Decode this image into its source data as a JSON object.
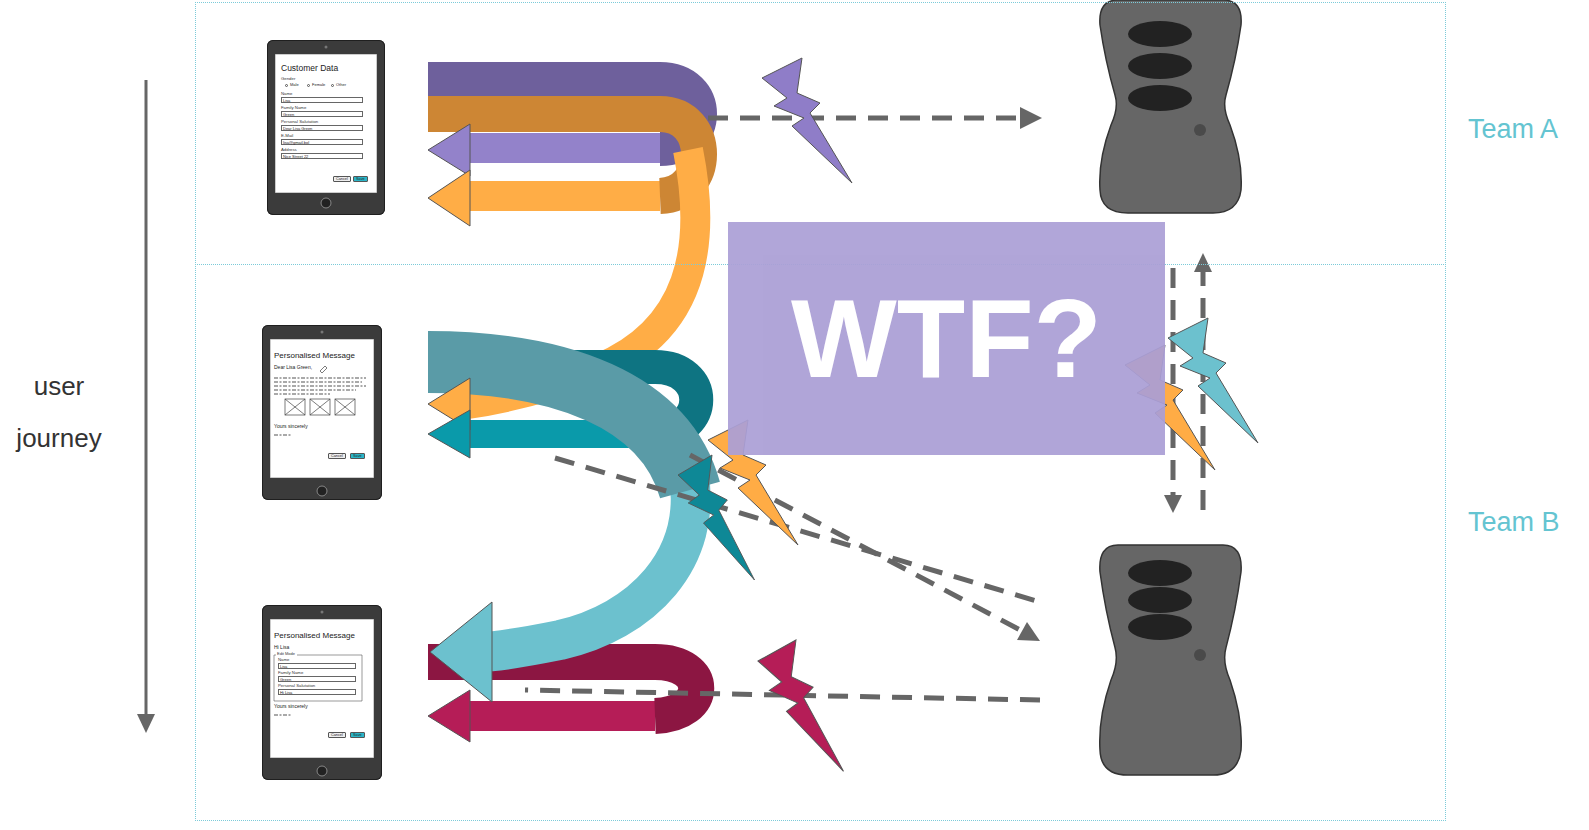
{
  "diagram": {
    "nodes": [
      {
        "text": [
          "Team A"
        ]
      },
      {
        "text": [
          "Customer Data",
          "Gender",
          "Male",
          "Female",
          "Other",
          "Name",
          "Lisa",
          "Family Name",
          "Green",
          "Personal Salutation",
          "Dear Lisa Green",
          "E-Mail",
          "lisa@gmail.bol",
          "Address",
          "Nice Street 22",
          "Cancel",
          "Save"
        ],
        "in": 0
      },
      {
        "text": [
          "Team B"
        ]
      },
      {
        "text": [
          "Personalised Message",
          "Dear Lisa Green,",
          "Yours sincerely",
          "Cancel",
          "Save"
        ],
        "in": 2
      },
      {
        "text": [
          "Personalised Message",
          "Hi Lisa",
          "Edit Mode",
          "Name",
          "Lisa",
          "Family Name",
          "Green",
          "Personal Salutation",
          "Hi Lisa",
          "Yours sincerely",
          "Cancel",
          "Save"
        ],
        "in": 2
      },
      {
        "text": [
          "WTF?"
        ]
      }
    ],
    "labels": [
      "user journey"
    ]
  }
}
